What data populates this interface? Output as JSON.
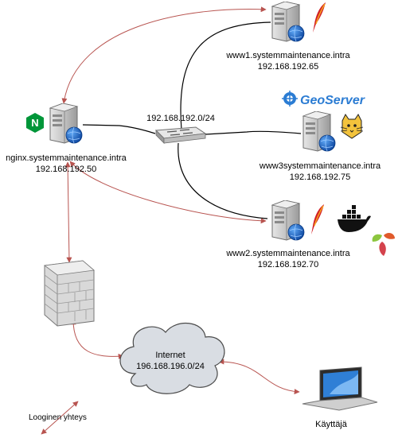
{
  "nodes": {
    "www1": {
      "name": "www1.systemmaintenance.intra",
      "ip": "192.168.192.65"
    },
    "www3": {
      "name": "www3systemmaintenance.intra",
      "ip": "192.168.192.75"
    },
    "www2": {
      "name": "www2.systemmaintenance.intra",
      "ip": "192.168.192.70"
    },
    "nginx": {
      "name": "nginx.systemmaintenance.intra",
      "ip": "192.168.192.50",
      "logo_letter": "N"
    },
    "switch": {
      "subnet": "192.168.192.0/24"
    },
    "internet": {
      "name": "Internet",
      "subnet": "196.168.196.0/24"
    },
    "user": {
      "name": "Käyttäjä"
    }
  },
  "logos": {
    "geoserver": "GeoServer"
  },
  "legend": {
    "label": "Looginen yhteys"
  },
  "colors": {
    "logical_link": "#b85450",
    "network_link": "#000000",
    "cloud_fill": "#d9dde3",
    "server_body": "#c9c9c9",
    "globe": "#1565c0",
    "nginx_green": "#009639",
    "feather_red": "#d22128",
    "geoserver_blue": "#2b7cd3",
    "docker_black": "#111111"
  },
  "icons": [
    "server-icon",
    "globe-icon",
    "switch-icon",
    "firewall-icon",
    "cloud-icon",
    "laptop-icon",
    "apache-feather-icon",
    "tomcat-icon",
    "docker-icon",
    "geoserver-icon",
    "nginx-icon",
    "leaf-icon"
  ]
}
